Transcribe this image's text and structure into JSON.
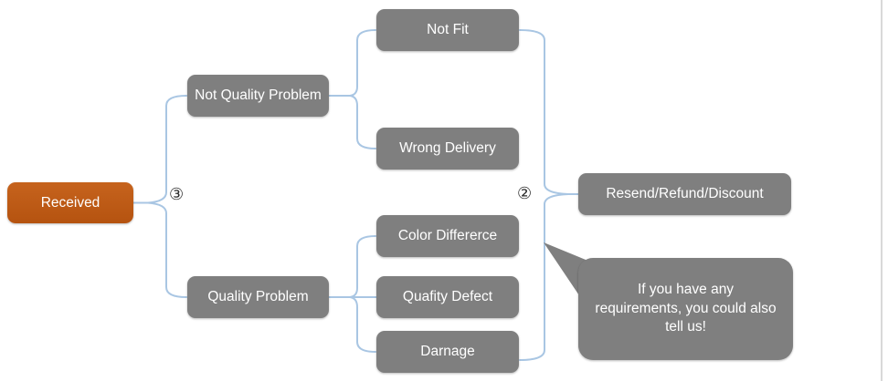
{
  "diagram": {
    "type": "hierarchy-flow",
    "nodes": {
      "received": {
        "label": "Received"
      },
      "not_quality_problem": {
        "label": "Not Quality Problem"
      },
      "quality_problem": {
        "label": "Quality Problem"
      },
      "not_fit": {
        "label": "Not Fit"
      },
      "wrong_delivery": {
        "label": "Wrong Delivery"
      },
      "color_differerce": {
        "label": "Color Differerce"
      },
      "quafity_defect": {
        "label": "Quafity Defect"
      },
      "darnage": {
        "label": "Darnage"
      },
      "resend_refund_discount": {
        "label": "Resend/Refund/Discount"
      }
    },
    "callout": {
      "text": "If you have any requirements, you could also tell us!"
    },
    "markers": {
      "circled_three": "③",
      "circled_two": "②"
    },
    "edges": [
      {
        "from": "received",
        "to": [
          "not_quality_problem",
          "quality_problem"
        ],
        "marker": "③"
      },
      {
        "from": "not_quality_problem",
        "to": [
          "not_fit",
          "wrong_delivery"
        ]
      },
      {
        "from": "quality_problem",
        "to": [
          "color_differerce",
          "quafity_defect",
          "darnage"
        ]
      },
      {
        "from": "outcome-group",
        "to": [
          "resend_refund_discount"
        ],
        "marker": "②"
      }
    ],
    "colors": {
      "root_node": "#BE5A17",
      "node": "#7F7F7F",
      "connector": "#A9C6E3",
      "node_text": "#FFFFFF",
      "marker_text": "#2B2B2B",
      "page_edge": "#D9D9D9"
    }
  }
}
